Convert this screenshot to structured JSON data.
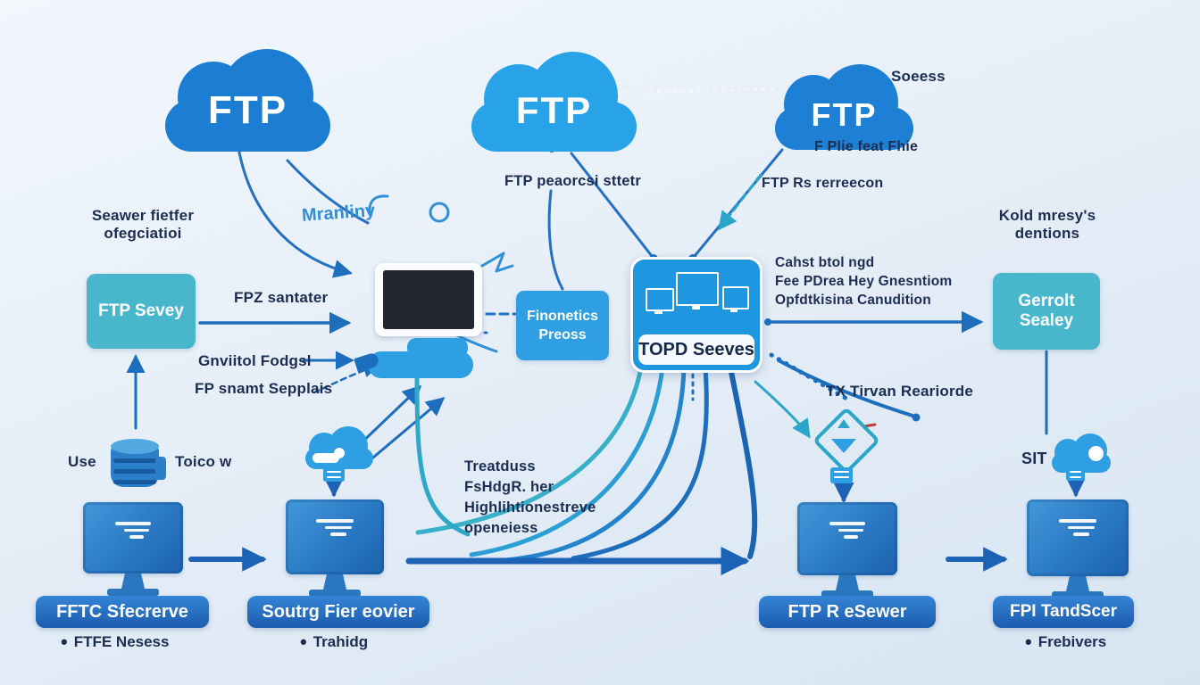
{
  "colors": {
    "cloud_blue": "#1b7ed3",
    "cloud_light": "#29a3e8",
    "teal_box": "#48b7cc",
    "node_blue": "#1f96e0",
    "panel_blue": "#2d9fe2",
    "bar_blue": "#1d63b5",
    "line_blue": "#1d6fbe",
    "line_teal": "#2ba6c9",
    "text_dark": "#1c2d52"
  },
  "clouds": [
    {
      "label": "FTP"
    },
    {
      "label": "FTP"
    },
    {
      "label": "FTP"
    }
  ],
  "labels": {
    "soeess": "Soeess",
    "f_plie_feat": "F Plie feat Fhie",
    "ftp_rs_rerreecon": "FTP Rs rerreecon",
    "seawer_1": "Seawer fietfer",
    "seawer_2": "ofegciatioi",
    "mranliny": "Mranliny",
    "ftp_peaorcsi": "FTP peaorcsi sttetr",
    "fpz_santater": "FPZ santater",
    "gnviitol_fodgsl": "Gnviitol Fodgsl",
    "fp_snamt_sepplais": "FP snamt Sepplais",
    "cahst_1": "Cahst btol ngd",
    "cahst_2": "Fee PDrea Hey Gnesntiom",
    "cahst_3": "Opfdtkisina Canudition",
    "kold_1": "Kold mresy's",
    "kold_2": "dentions",
    "tx_tirvan": "TX Tirvan Reariorde",
    "use": "Use",
    "toico": "Toico w",
    "sit": "SIT",
    "treatduss_1": "Treatduss",
    "treatduss_2": "FsHdgR. her",
    "treatduss_3": "Highlihtionestreve",
    "treatduss_4": "openeiess"
  },
  "boxes": {
    "ftp_sevey": "FTP Sevey",
    "finonetics_1": "Finonetics",
    "finonetics_2": "Preoss",
    "topd": "TOPD Seeves",
    "gerrol": "Gerrolt Sealey"
  },
  "monitors": [
    {
      "label": "FFTC Sfecrerve",
      "bullet": "FTFE Nesess"
    },
    {
      "label": "Soutrg Fier eovier",
      "bullet": "Trahidg"
    },
    {
      "label": "FTP R eSewer"
    },
    {
      "label": "FPI TandScer",
      "bullet": "Frebivers"
    }
  ],
  "glyphs": {
    "bullet": "•"
  }
}
